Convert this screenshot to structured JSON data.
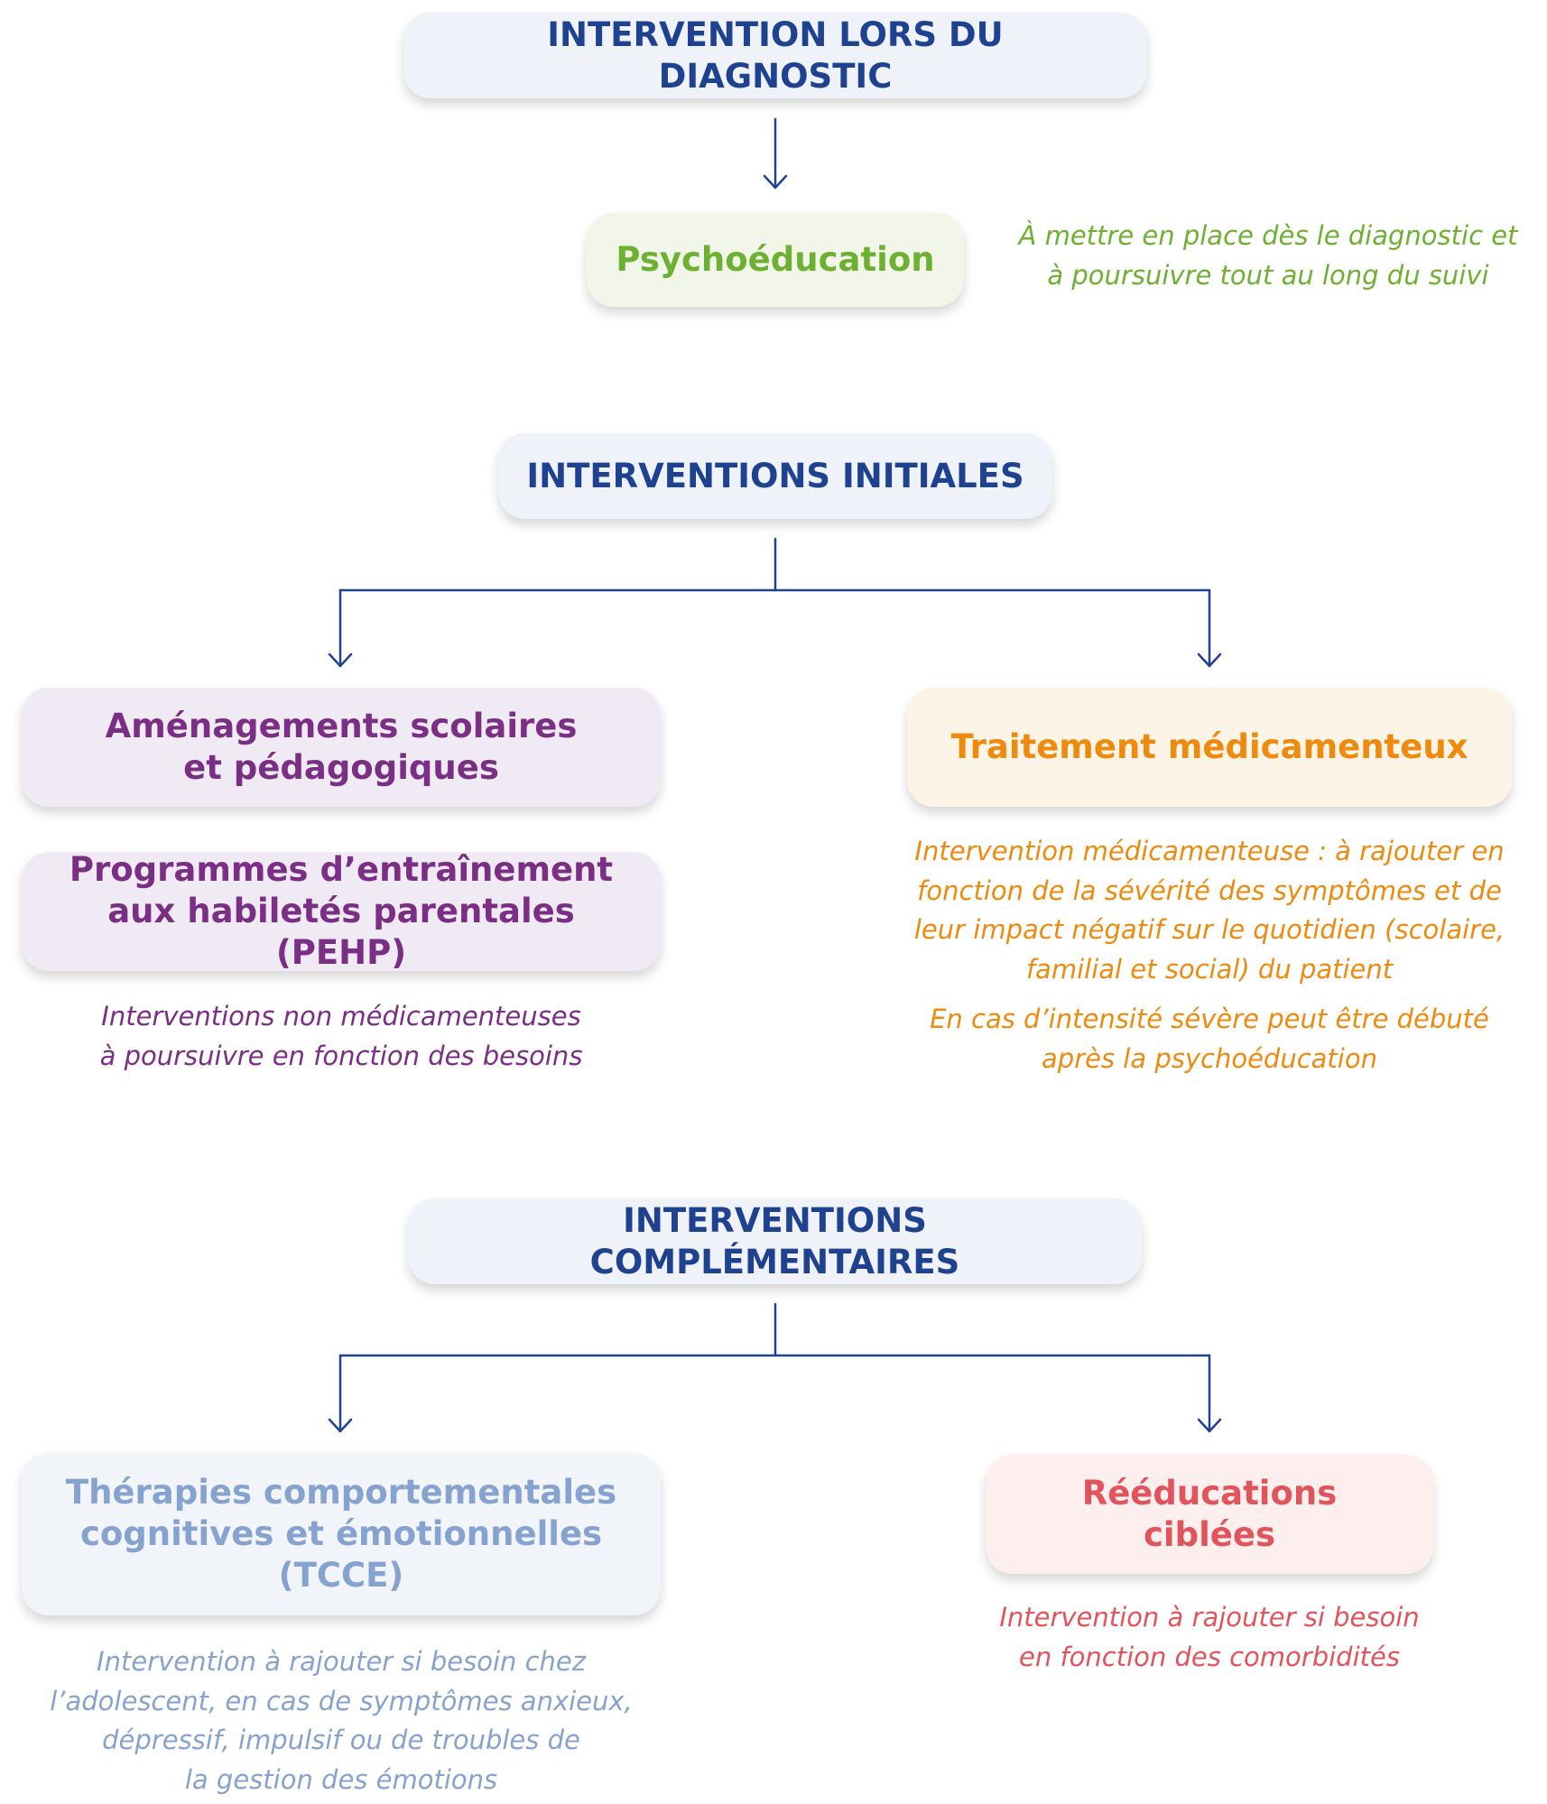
{
  "sections": {
    "diagnostic": {
      "title": "INTERVENTION LORS DU DIAGNOSTIC"
    },
    "initial": {
      "title": "INTERVENTIONS INITIALES"
    },
    "complementary": {
      "title": "INTERVENTIONS COMPLÉMENTAIRES"
    }
  },
  "boxes": {
    "psychoeducation": "Psychoéducation",
    "school_adjustments": "Aménagements scolaires\net pédagogiques",
    "parent_training": "Programmes d’entraînement\naux habiletés parentales (PEHP)",
    "medication": "Traitement médicamenteux",
    "tcce": "Thérapies comportementales\ncognitives et émotionnelles\n(TCCE)",
    "reeducation": "Rééducations ciblées"
  },
  "notes": {
    "psychoeducation": "À mettre en place dès le diagnostic et\nà poursuivre tout au long du suivi",
    "non_medication": "Interventions non médicamenteuses\nà poursuivre en fonction des besoins",
    "medication_1": "Intervention médicamenteuse : à rajouter en\nfonction de la sévérité des symptômes et de\nleur impact négatif sur le quotidien (scolaire,\nfamilial et social) du patient",
    "medication_2": "En cas d’intensité sévère peut être débuté\naprès la psychoéducation",
    "tcce": "Intervention à rajouter si besoin chez\nl’adolescent, en cas de symptômes anxieux,\ndépressif, impulsif ou de troubles de\nla gestion des émotions",
    "reeducation": "Intervention à rajouter si besoin\nen fonction des comorbidités"
  },
  "colors": {
    "navy": "#1f4290",
    "connector": "#1f4290",
    "green": "#6eb031",
    "purple": "#7a2f84",
    "orange": "#ee8a0e",
    "light_blue": "#86a2cf",
    "red": "#e2545c"
  }
}
